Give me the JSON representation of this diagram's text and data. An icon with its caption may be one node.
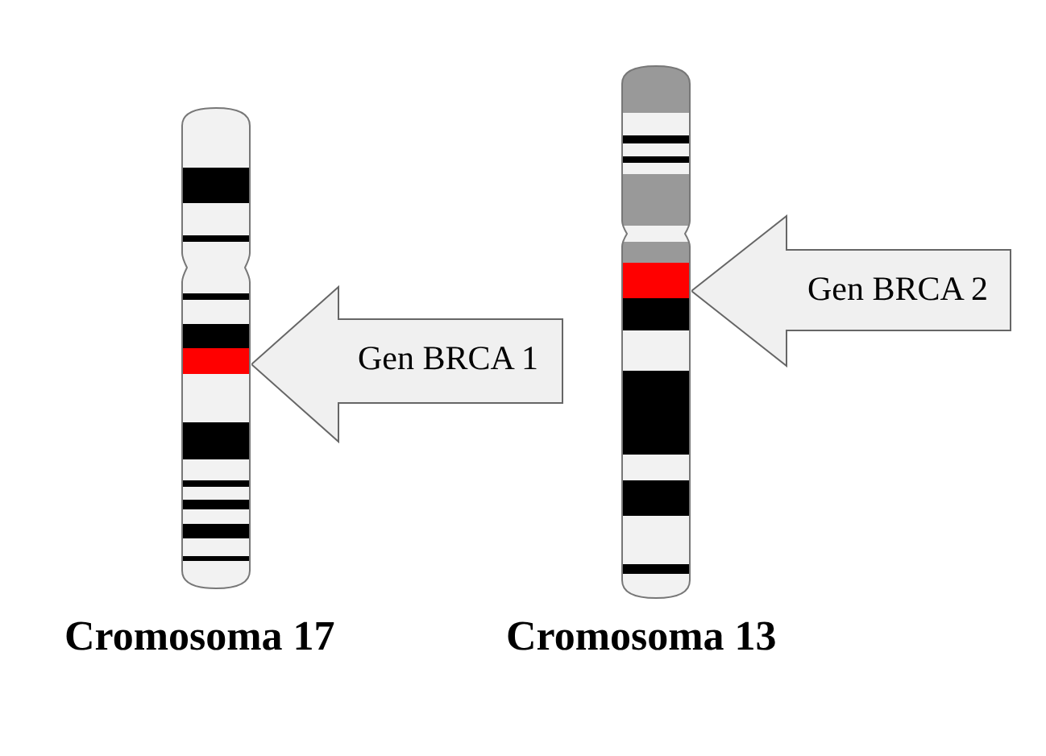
{
  "diagram": {
    "nodes": [
      {
        "text": [],
        "shape": "picture",
        "beside": [
          "Cromosoma 17"
        ]
      },
      {
        "text": [],
        "shape": "picture",
        "beside": [
          "Cromosoma 13"
        ]
      }
    ],
    "edges": [
      {
        "from": null,
        "to": 0,
        "arrow": "to",
        "label": "Gen BRCA 1"
      },
      {
        "from": null,
        "to": 1,
        "arrow": "to",
        "label": "Gen BRCA 2"
      }
    ]
  }
}
